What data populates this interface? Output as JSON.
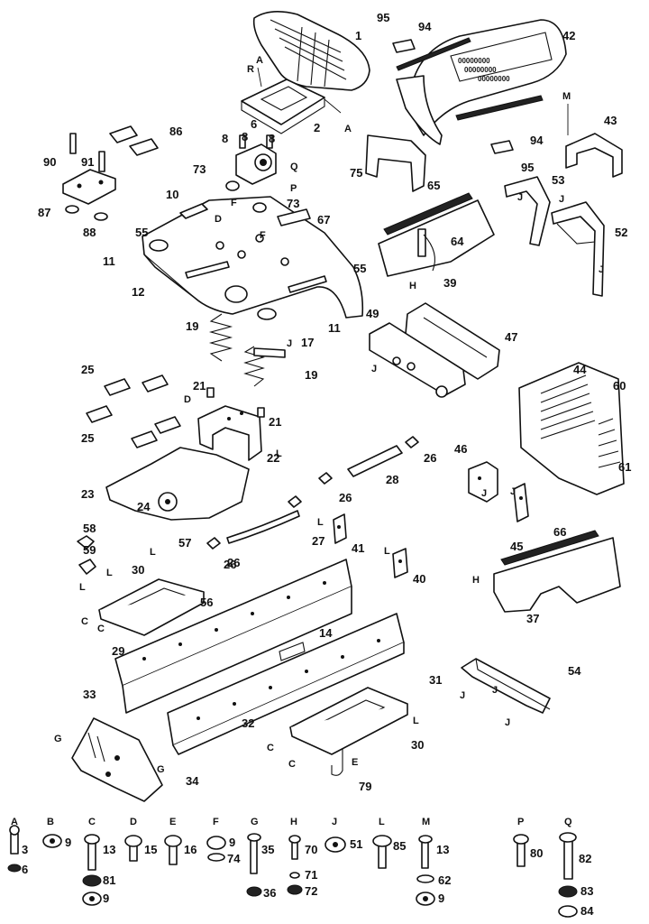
{
  "callouts": [
    "95",
    "94",
    "1",
    "42",
    "R",
    "A",
    "2",
    "A",
    "86",
    "6",
    "8",
    "8",
    "8",
    "Q",
    "P",
    "90",
    "91",
    "73",
    "87",
    "88",
    "10",
    "73",
    "67",
    "D",
    "F",
    "55",
    "F",
    "11",
    "55",
    "12",
    "11",
    "M",
    "43",
    "94",
    "95",
    "75",
    "65",
    "53",
    "J",
    "J",
    "52",
    "J",
    "64",
    "H",
    "39",
    "J",
    "49",
    "47",
    "19",
    "17",
    "J",
    "25",
    "21",
    "19",
    "D",
    "21",
    "22",
    "L",
    "25",
    "44",
    "60",
    "46",
    "26",
    "J",
    "J",
    "61",
    "26",
    "28",
    "23",
    "24",
    "26",
    "58",
    "27",
    "L",
    "41",
    "45",
    "59",
    "57",
    "26",
    "L",
    "30",
    "L",
    "L",
    "56",
    "L",
    "40",
    "66",
    "H",
    "C",
    "C",
    "29",
    "14",
    "37",
    "54",
    "33",
    "31",
    "J",
    "J",
    "J",
    "32",
    "L",
    "G",
    "30",
    "C",
    "C",
    "E",
    "G",
    "34",
    "79"
  ],
  "hardware": [
    {
      "letter": "A",
      "parts": [
        "3",
        "6"
      ]
    },
    {
      "letter": "B",
      "parts": [
        "9"
      ]
    },
    {
      "letter": "C",
      "parts": [
        "13",
        "81",
        "9"
      ]
    },
    {
      "letter": "D",
      "parts": [
        "15"
      ]
    },
    {
      "letter": "E",
      "parts": [
        "16"
      ]
    },
    {
      "letter": "F",
      "parts": [
        "9",
        "74"
      ]
    },
    {
      "letter": "G",
      "parts": [
        "35",
        "36"
      ]
    },
    {
      "letter": "H",
      "parts": [
        "70",
        "71",
        "72"
      ]
    },
    {
      "letter": "J",
      "parts": [
        "51"
      ]
    },
    {
      "letter": "L",
      "parts": [
        "85"
      ]
    },
    {
      "letter": "M",
      "parts": [
        "13",
        "62",
        "9"
      ]
    },
    {
      "letter": "P",
      "parts": [
        "80"
      ]
    },
    {
      "letter": "Q",
      "parts": [
        "82",
        "83",
        "84"
      ]
    }
  ],
  "seat_decal_text": [
    "00000000",
    "00000000",
    "00000000"
  ]
}
